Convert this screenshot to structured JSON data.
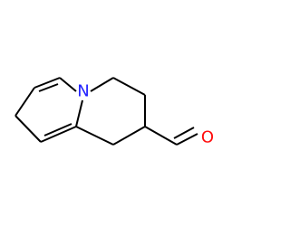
{
  "molecule": {
    "atoms": [
      {
        "id": "N1",
        "symbol": "N",
        "color": "#2121ff"
      },
      {
        "id": "O1",
        "symbol": "O",
        "color": "#ff0d0d"
      }
    ],
    "bond_color": "#000000"
  }
}
